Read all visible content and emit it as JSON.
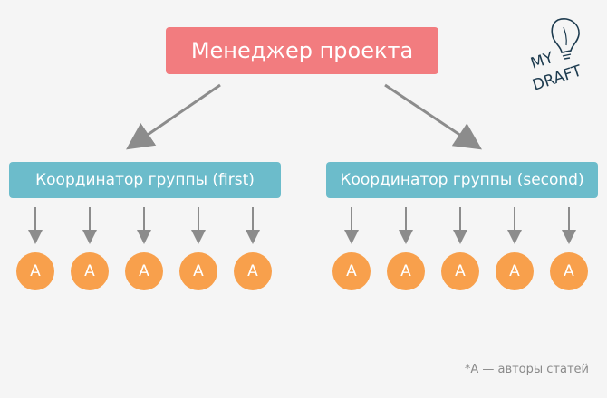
{
  "manager": {
    "label": "Менеджер проекта"
  },
  "coordinators": [
    {
      "label": "Координатор группы (first)"
    },
    {
      "label": "Координатор группы (second)"
    }
  ],
  "author_label": "A",
  "logo": {
    "line1": "MY",
    "line2": "DRAFT"
  },
  "footnote": "*A — авторы статей",
  "colors": {
    "manager": "#f27c7f",
    "coordinator": "#6cbccb",
    "author": "#f8a04c",
    "arrow": "#8c8c8c",
    "logo": "#1d3b4f"
  }
}
